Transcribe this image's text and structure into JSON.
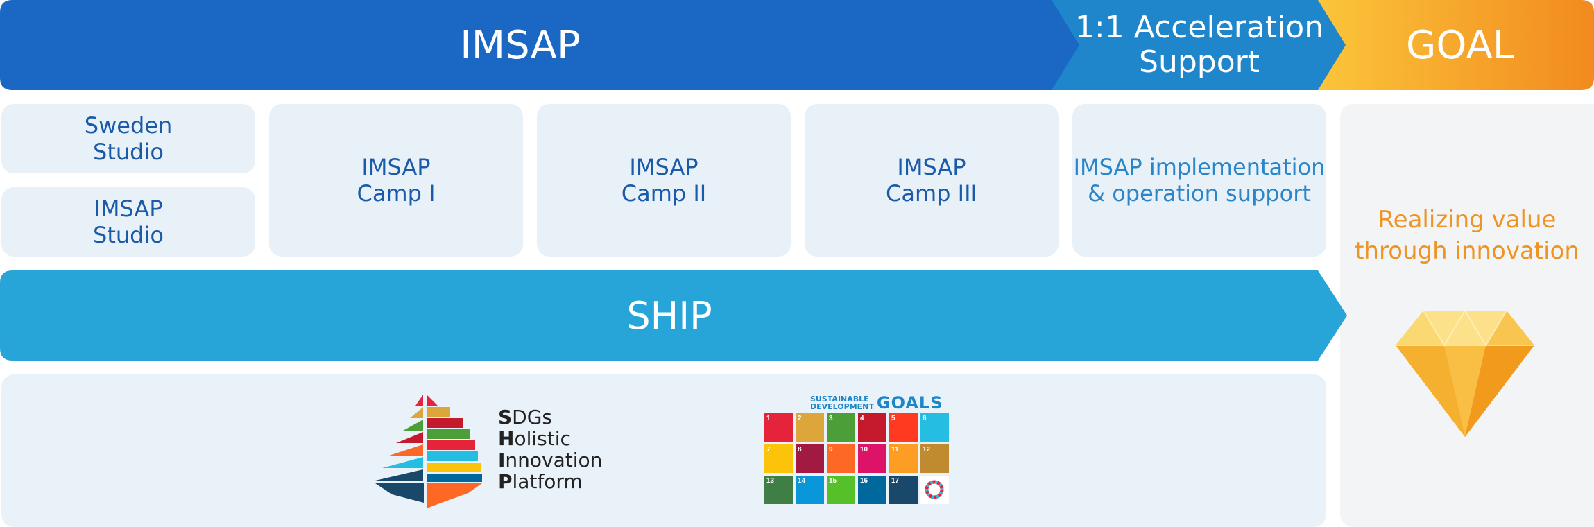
{
  "top": {
    "imsap": "IMSAP",
    "acceleration": "1:1 Acceleration\nSupport",
    "goal": "GOAL"
  },
  "programs": {
    "sweden_studio": "Sweden\nStudio",
    "imsap_studio": "IMSAP\nStudio",
    "camp1": "IMSAP\nCamp I",
    "camp2": "IMSAP\nCamp II",
    "camp3": "IMSAP\nCamp III",
    "implementation": "IMSAP implementation\n& operation support"
  },
  "goal_text": "Realizing value\nthrough innovation",
  "ship": {
    "label": "SHIP",
    "logo_lines": [
      {
        "initial": "S",
        "rest": "DGs"
      },
      {
        "initial": "H",
        "rest": "olistic"
      },
      {
        "initial": "I",
        "rest": "nnovation"
      },
      {
        "initial": "P",
        "rest": "latform"
      }
    ]
  },
  "sdg": {
    "header_small": "SUSTAINABLE\nDEVELOPMENT",
    "header_big": "GOALS",
    "tiles": [
      {
        "n": "1",
        "color": "#e5243b"
      },
      {
        "n": "2",
        "color": "#dda63a"
      },
      {
        "n": "3",
        "color": "#4c9f38"
      },
      {
        "n": "4",
        "color": "#c5192d"
      },
      {
        "n": "5",
        "color": "#ff3a21"
      },
      {
        "n": "6",
        "color": "#26bde2"
      },
      {
        "n": "7",
        "color": "#fcc30b"
      },
      {
        "n": "8",
        "color": "#a21942"
      },
      {
        "n": "9",
        "color": "#fd6925"
      },
      {
        "n": "10",
        "color": "#dd1367"
      },
      {
        "n": "11",
        "color": "#fd9d24"
      },
      {
        "n": "12",
        "color": "#bf8b2e"
      },
      {
        "n": "13",
        "color": "#3f7e44"
      },
      {
        "n": "14",
        "color": "#0a97d9"
      },
      {
        "n": "15",
        "color": "#56c02b"
      },
      {
        "n": "16",
        "color": "#00689d"
      },
      {
        "n": "17",
        "color": "#19486a"
      },
      {
        "n": "",
        "color": "#ffffff"
      }
    ]
  },
  "colors": {
    "imsap_blue": "#1b67c4",
    "accel_blue": "#1f86cc",
    "ship_blue": "#27a4d8",
    "goal_orange_start": "#f9b92f",
    "goal_orange_end": "#f18a20"
  }
}
